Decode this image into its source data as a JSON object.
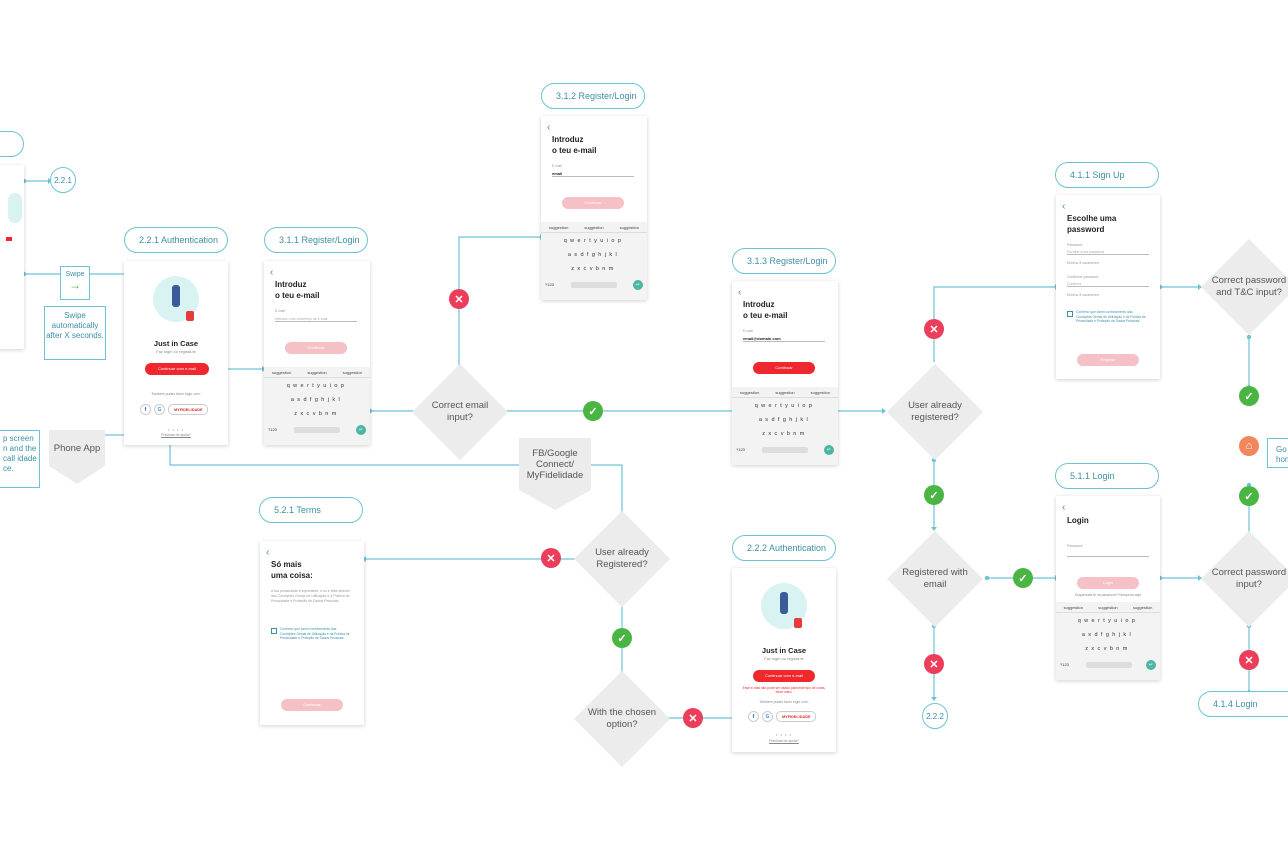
{
  "colors": {
    "connector": "#6cc3d5",
    "reject": "#ea3e5b",
    "accept": "#4bb543",
    "home": "#f2875d",
    "shape_fill": "#ececec",
    "primary_button": "#f0282d"
  },
  "icons": {
    "reject": "close-icon",
    "accept": "check-icon",
    "home": "home-icon"
  },
  "labels": {
    "s221": "2.2.1 Authentication",
    "s311": "3.1.1 Register/Login",
    "s312": "3.1.2 Register/Login",
    "s313": "3.1.3 Register/Login",
    "s222": "2.2.2 Authentication",
    "s521": "5.2.1 Terms",
    "s411": "4.1.1 Sign Up",
    "s511": "5.1.1 Login",
    "s414": "4.1.4 Login",
    "ref_221": "2.2.1",
    "ref_222": "2.2.2"
  },
  "decisions": {
    "correct_email": "Correct email input?",
    "user_registered_1": "User already registered?",
    "user_registered_2": "User already Registered?",
    "registered_with_email": "Registered with email",
    "with_chosen": "With the chosen option?",
    "correct_password_tc": "Correct password and T&C input?",
    "correct_password": "Correct password input?"
  },
  "terminals": {
    "phone_app": "Phone App",
    "fb_google": "FB/Google Connect/ MyFidelidade"
  },
  "notes": {
    "swipe_label": "Swipe",
    "swipe_desc": "Swipe automatically after X seconds.",
    "left_fragment": "p screen n and the call idade ce.",
    "go_home": "Go hom"
  },
  "screens": {
    "auth": {
      "title": "Just in Case",
      "subtitle": "Faz login ou regista-te",
      "cta": "Continuar com e-mail",
      "alt": "Também podes fazer login com:",
      "fidelidade": "MYFIDELIDADE",
      "forgot": "Precisas de ajuda?",
      "error": "Esse e-mail não pode ser usado para este tipo de conta, tenta outro."
    },
    "email": {
      "heading_1": "Introduz",
      "heading_2": "o teu e-mail",
      "label": "E-mail",
      "placeholder": "Introduz o teu endereço de e-mail",
      "value_short": "email",
      "value_full": "email@domain.com",
      "cta": "Continuar"
    },
    "signup": {
      "heading_1": "Escolhe uma",
      "heading_2": "password",
      "pw_label": "Password",
      "pw_placeholder": "Escolhe a tua password",
      "pw_hint": "Mínimo 8 caracteres",
      "confirm_label": "Confirmar password",
      "confirm_placeholder": "Confirma",
      "confirm_hint": "Mínimo 8 caracteres",
      "terms": "Confirmo que tomei conhecimento das Condições Gerais de Utilização e da Política de Privacidade e Proteção de Dados Pessoais.",
      "cta": "Registar"
    },
    "login": {
      "heading": "Login",
      "pw_label": "Password",
      "cta": "Login",
      "forgot": "Esqueceste-te da password? Recuperar aqui"
    },
    "terms": {
      "heading_1": "Só mais",
      "heading_2": "uma coisa:",
      "body": "A tua privacidade é importante, e só é feita através das Condições Gerais de Utilização e a Política de Privacidade e Proteção de Dados Pessoais.",
      "check": "Confirmo que tomei conhecimento das Condições Gerais de Utilização e da Política de Privacidade e Proteção de Dados Pessoais.",
      "cta": "Continuar"
    },
    "keyboard": {
      "suggestion": "suggestion",
      "row1": "qwertyuiop",
      "row2": "asdfghjkl",
      "row3": "zxcvbnm",
      "num": "?123"
    }
  }
}
